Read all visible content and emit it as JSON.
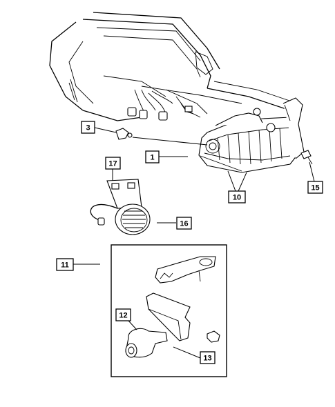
{
  "callouts": {
    "c1": "1",
    "c3": "3",
    "c10": "10",
    "c11": "11",
    "c12": "12",
    "c13": "13",
    "c15": "15",
    "c16": "16",
    "c17": "17"
  }
}
